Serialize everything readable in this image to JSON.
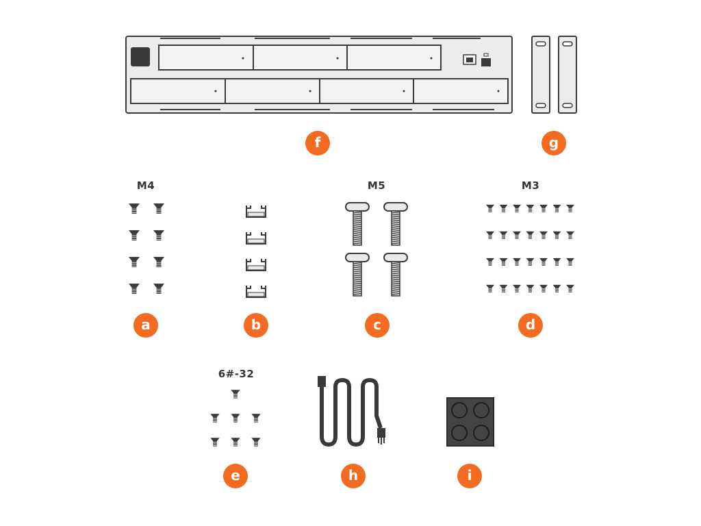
{
  "items": {
    "f": {
      "badge": "f",
      "name": "nvr-chassis"
    },
    "g": {
      "badge": "g",
      "name": "rack-ears"
    },
    "a": {
      "badge": "a",
      "size": "M4",
      "name": "m4-screws"
    },
    "b": {
      "badge": "b",
      "name": "drive-bay-clips"
    },
    "c": {
      "badge": "c",
      "size": "M5",
      "name": "m5-screws"
    },
    "d": {
      "badge": "d",
      "size": "M3",
      "name": "m3-screws"
    },
    "e": {
      "badge": "e",
      "size": "6#-32",
      "name": "6-32-screws"
    },
    "h": {
      "badge": "h",
      "name": "power-cord"
    },
    "i": {
      "badge": "i",
      "name": "rubber-feet-pad"
    }
  },
  "colors": {
    "accent": "#f26b21",
    "outline": "#3a3a3a",
    "fill_light": "#e9e9e9",
    "fill_dark": "#444444"
  },
  "icons": {
    "a": "screw-icon",
    "b": "clip-icon",
    "c": "bolt-icon",
    "d": "small-screw-icon",
    "e": "screw-icon",
    "f": "chassis-icon",
    "g": "rack-ear-icon",
    "h": "power-cord-icon",
    "i": "rubber-feet-icon"
  }
}
